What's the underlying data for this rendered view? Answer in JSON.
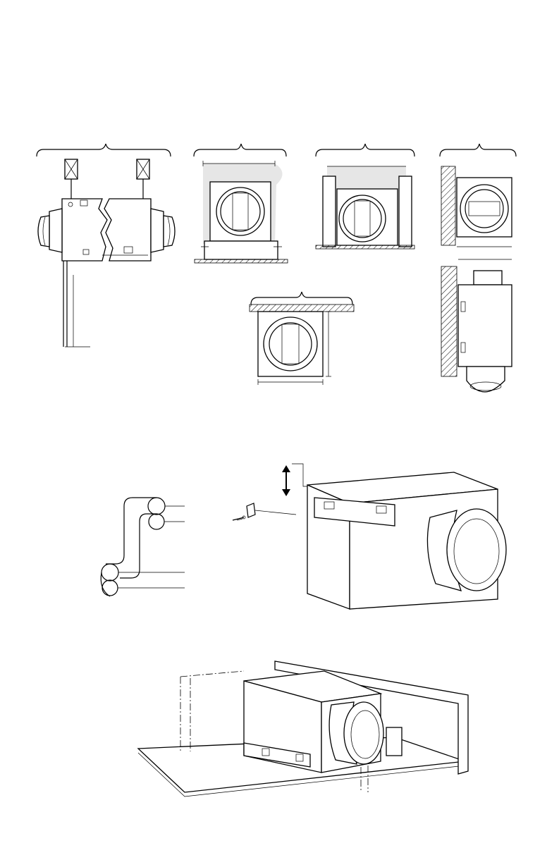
{
  "figure": {
    "labels": [],
    "views": [
      {
        "id": "side-view-hanging",
        "components": [
          "brace",
          "hanger-box-left",
          "hanger-box-right",
          "fan-housing",
          "collar-left",
          "collar-right",
          "support-rod"
        ]
      },
      {
        "id": "front-view-floor",
        "components": [
          "fan-housing",
          "round-damper",
          "floor-stand",
          "floor"
        ]
      },
      {
        "id": "front-view-between-joists",
        "components": [
          "fan-housing",
          "round-damper",
          "joist-left",
          "joist-right"
        ]
      },
      {
        "id": "front-view-wall",
        "components": [
          "wall",
          "fan-housing",
          "round-damper"
        ]
      },
      {
        "id": "front-view-ceiling",
        "components": [
          "ceiling",
          "fan-housing",
          "round-damper"
        ]
      },
      {
        "id": "side-view-wall",
        "components": [
          "wall",
          "fan-housing",
          "collar-top",
          "collar-bottom"
        ]
      },
      {
        "id": "mounting-bracket-detail",
        "components": [
          "strap-loops",
          "bracket",
          "screw",
          "fan-housing",
          "grille-collar",
          "clearance-arrow"
        ]
      },
      {
        "id": "installed-on-joists",
        "components": [
          "joists",
          "fan-housing",
          "grille-collar",
          "platform"
        ]
      }
    ]
  }
}
